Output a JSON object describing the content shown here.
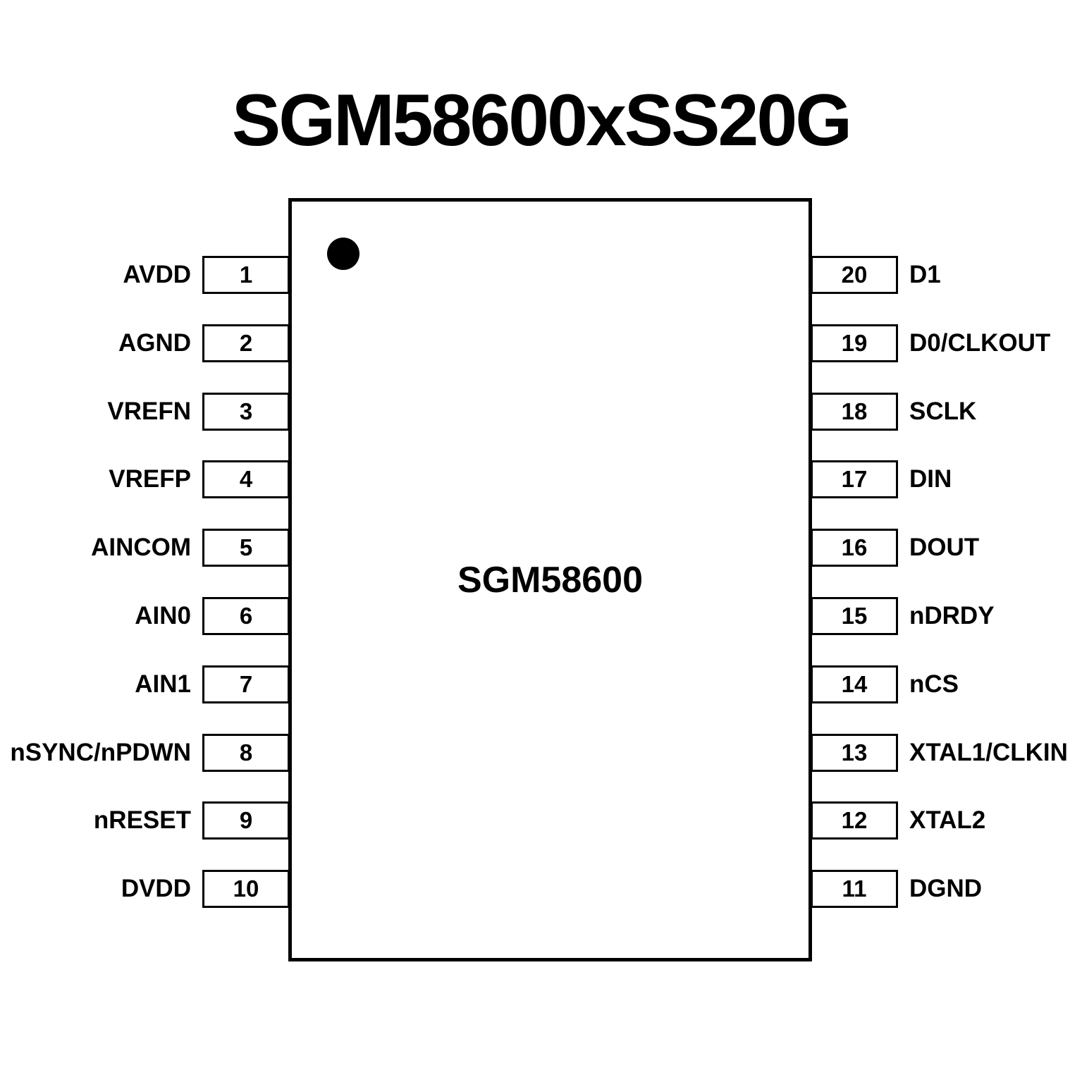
{
  "title": "SGM58600xSS20G",
  "chip": {
    "name": "SGM58600",
    "pin_count": 20,
    "orientation_marker": "pin1-dot-top-left"
  },
  "pins": {
    "left": [
      {
        "number": "1",
        "label": "AVDD"
      },
      {
        "number": "2",
        "label": "AGND"
      },
      {
        "number": "3",
        "label": "VREFN"
      },
      {
        "number": "4",
        "label": "VREFP"
      },
      {
        "number": "5",
        "label": "AINCOM"
      },
      {
        "number": "6",
        "label": "AIN0"
      },
      {
        "number": "7",
        "label": "AIN1"
      },
      {
        "number": "8",
        "label": "nSYNC/nPDWN"
      },
      {
        "number": "9",
        "label": "nRESET"
      },
      {
        "number": "10",
        "label": "DVDD"
      }
    ],
    "right": [
      {
        "number": "20",
        "label": "D1"
      },
      {
        "number": "19",
        "label": "D0/CLKOUT"
      },
      {
        "number": "18",
        "label": "SCLK"
      },
      {
        "number": "17",
        "label": "DIN"
      },
      {
        "number": "16",
        "label": "DOUT"
      },
      {
        "number": "15",
        "label": "nDRDY"
      },
      {
        "number": "14",
        "label": "nCS"
      },
      {
        "number": "13",
        "label": "XTAL1/CLKIN"
      },
      {
        "number": "12",
        "label": "XTAL2"
      },
      {
        "number": "11",
        "label": "DGND"
      }
    ]
  },
  "colors": {
    "line": "#000000",
    "background": "#ffffff",
    "text": "#000000"
  }
}
